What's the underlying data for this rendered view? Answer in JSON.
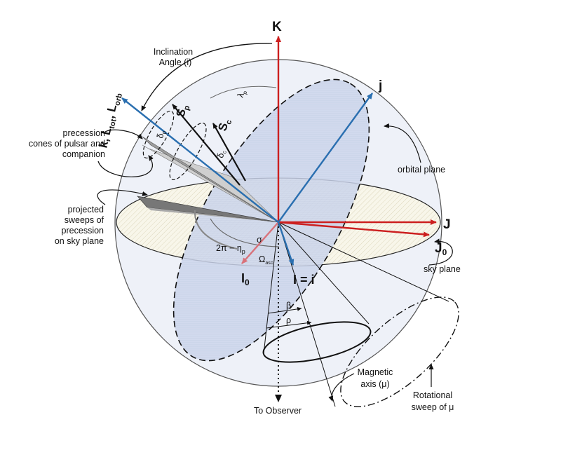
{
  "axes": {
    "K": "K",
    "J": "J",
    "J0": "J",
    "J0_sub": "0",
    "j": "j",
    "I_eq_i": "I = i",
    "I0": "I",
    "I0_sub": "0",
    "k_group": "k, L",
    "L_tot_sub": "tot",
    "L_orb_main": ", L",
    "L_orb_sub": "orb",
    "Sp_main": "S",
    "Sp_sub": "p",
    "Sc_main": "S",
    "Sc_sub": "c"
  },
  "angles": {
    "inclination_line1": "Inclination",
    "inclination_line2": "Angle (i)",
    "lambda_p": "λ",
    "lambda_p_sub": "p",
    "delta_p": "δ",
    "delta_p_sub": "p",
    "delta_c": "δ",
    "delta_c_sub": "c",
    "sigma": "σ",
    "two_pi_eta": "2π − η",
    "two_pi_eta_sub": "p",
    "omega_asc": "Ω",
    "omega_asc_sub": "asc",
    "beta": "β",
    "rho": "ρ"
  },
  "annotations": {
    "precession_cones": [
      "precession",
      "cones of pulsar and",
      "companion"
    ],
    "projected_sweeps": [
      "projected",
      "sweeps of",
      "precession",
      "on sky plane"
    ],
    "orbital_plane": "orbital plane",
    "sky_plane": "sky plane",
    "magnetic_axis": [
      "Magnetic",
      "axis (μ)"
    ],
    "rotational_sweep": [
      "Rotational",
      "sweep of μ"
    ],
    "to_observer": "To Observer"
  },
  "colors": {
    "red_axes": "#cc1f1f",
    "blue_axes": "#2a6fb0",
    "pink_axis": "#d9727a",
    "sphere_fill": "#eef1f8",
    "orbital_fill": "#c9d3ea",
    "sky_fill": "#f7f4e6"
  }
}
